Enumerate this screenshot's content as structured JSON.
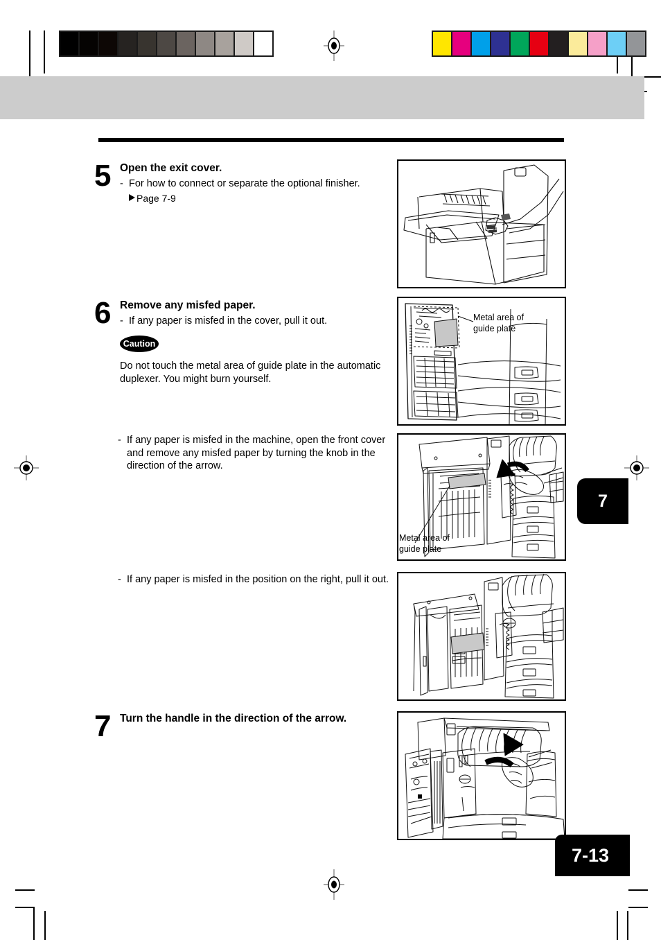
{
  "page": {
    "number_label": "7-13",
    "chapter_tab": "7"
  },
  "prepress": {
    "grayscale_bar": [
      "#000000",
      "#050302",
      "#0d0705",
      "#262321",
      "#38342f",
      "#4d4844",
      "#6b6460",
      "#8e8884",
      "#a8a29d",
      "#cfcac6",
      "#ffffff"
    ],
    "color_bar": [
      "#ffe600",
      "#e6007e",
      "#00a0e9",
      "#2e3192",
      "#00a65a",
      "#e60012",
      "#231f20",
      "#fbeb9b",
      "#f5a0c8",
      "#6dcff6",
      "#939598"
    ],
    "registration_mark": "registration-target"
  },
  "steps": [
    {
      "number": "5",
      "heading": "Open the exit cover.",
      "bullets": [
        "For how to connect or separate the optional finisher."
      ],
      "reference": "Page 7-9"
    },
    {
      "number": "6",
      "heading": "Remove any misfed paper.",
      "bullets": [
        "If any paper is misfed in the cover, pull it out."
      ],
      "caution_label": "Caution",
      "caution_text": "Do not touch the metal area of guide plate in the automatic duplexer. You might burn yourself.",
      "extra_bullets": [
        "If any paper is misfed in the machine, open the front cover and remove any misfed paper by turning the knob in the direction of the arrow.",
        "If any paper is misfed in the position on the right, pull it out."
      ]
    },
    {
      "number": "7",
      "heading": "Turn the handle in the direction of the arrow.",
      "bullets": []
    }
  ],
  "figures": [
    {
      "id": "fig-exit-cover",
      "caption": "",
      "alt": "Copier with exit cover opened by a hand"
    },
    {
      "id": "fig-duplexer-guide-plate",
      "caption": "Metal area of guide plate",
      "alt": "Open duplexer showing shaded metal guide plate area"
    },
    {
      "id": "fig-front-cover-knob",
      "caption": "Metal area of guide plate",
      "alt": "Front cover opened, hand turning knob in direction of arrow"
    },
    {
      "id": "fig-right-position",
      "caption": "",
      "alt": "Machine interior with misfeed position on the right"
    },
    {
      "id": "fig-handle-arrow",
      "caption": "",
      "alt": "Hand turning handle in direction of arrow"
    }
  ]
}
